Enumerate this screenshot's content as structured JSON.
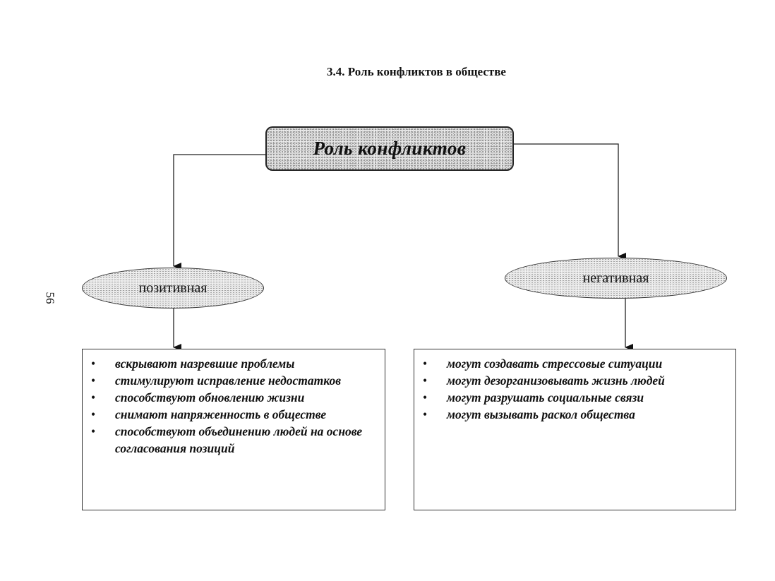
{
  "page": {
    "title": "3.4. Роль конфликтов в обществе",
    "page_number": "56"
  },
  "diagram": {
    "root": "Роль конфликтов",
    "branches": [
      {
        "label": "позитивная",
        "items": [
          "вскрывают назревшие проблемы",
          "стимулируют исправление недостатков",
          "способствуют обновлению жизни",
          "снимают напряженность в обществе",
          "способствуют объединению людей на основе согласования позиций"
        ]
      },
      {
        "label": "негативная",
        "items": [
          "могут создавать стрессовые ситуации",
          "могут дезорганизовывать жизнь людей",
          "могут разрушать социальные связи",
          "могут вызывать раскол общества"
        ]
      }
    ],
    "bullet_symbol": "•"
  }
}
